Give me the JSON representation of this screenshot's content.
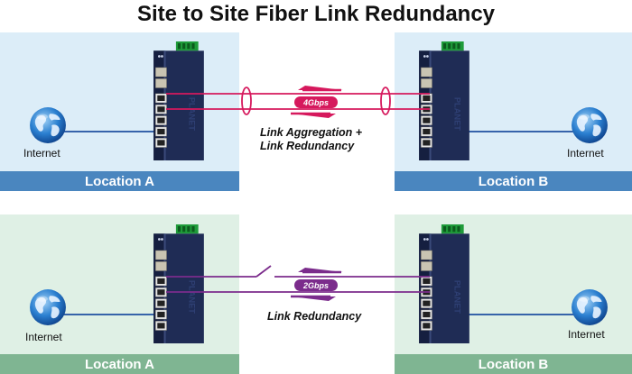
{
  "title": "Site to Site Fiber Link Redundancy",
  "colors": {
    "panel_top": "#dcedf8",
    "panel_top_label": "#4a86bf",
    "panel_bottom": "#dff0e5",
    "panel_bottom_label": "#7fb592",
    "link_top": "#d6195d",
    "link_bottom": "#7b2c8c",
    "internet_line": "#1e4fa0",
    "switch_body": "#1f2c55"
  },
  "top": {
    "location_left": "Location A",
    "location_right": "Location B",
    "internet_left": "Internet",
    "internet_right": "Internet",
    "speed": "4Gbps",
    "caption_line1": "Link Aggregation +",
    "caption_line2": "Link Redundancy"
  },
  "bottom": {
    "location_left": "Location A",
    "location_right": "Location B",
    "internet_left": "Internet",
    "internet_right": "Internet",
    "speed": "2Gbps",
    "caption_line1": "Link Redundancy"
  },
  "icons": [
    "globe-icon",
    "switch-icon",
    "terminal-block-icon"
  ]
}
